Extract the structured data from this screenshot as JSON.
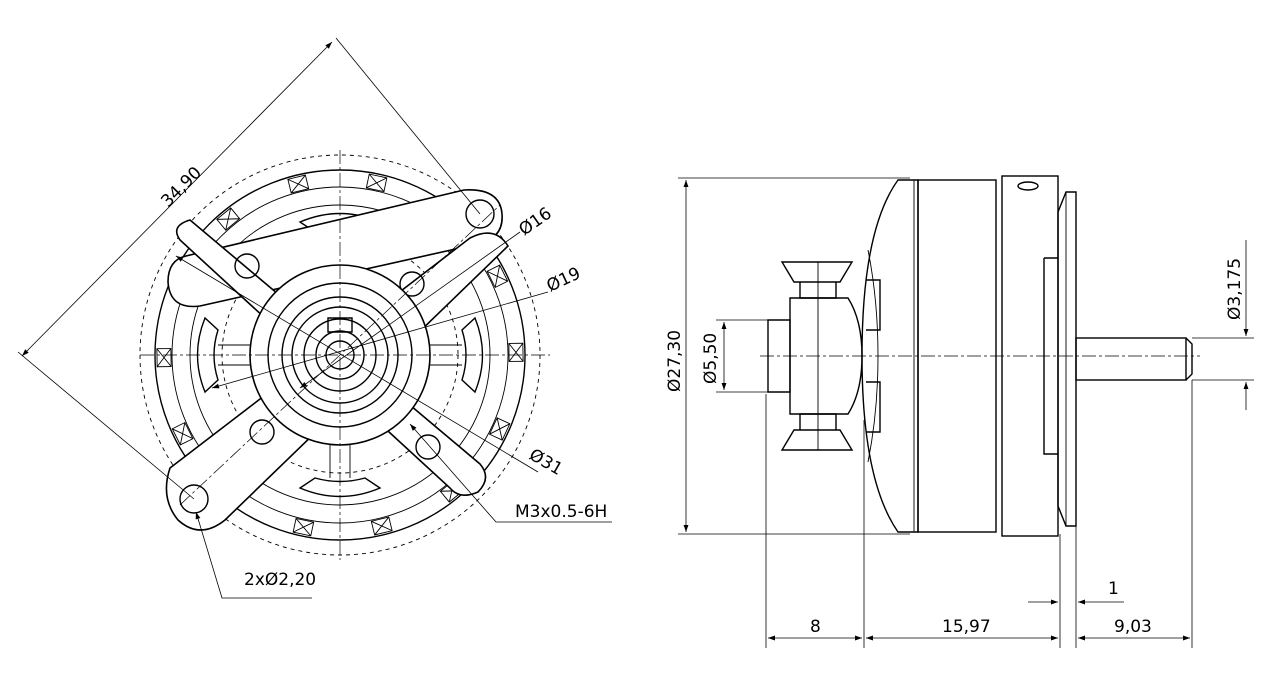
{
  "front_view": {
    "labels": {
      "span": "34,90",
      "dia_small": "Ø16",
      "dia_mid": "Ø19",
      "dia_large": "Ø31",
      "thread": "M3x0.5-6H",
      "holes": "2xØ2,20"
    }
  },
  "side_view": {
    "labels": {
      "overall_dia": "Ø27,30",
      "prop_dia": "Ø5,50",
      "shaft_dia": "Ø3,175",
      "len_prop": "8",
      "len_body": "15,97",
      "len_flange": "1",
      "len_shaft": "9,03"
    }
  }
}
